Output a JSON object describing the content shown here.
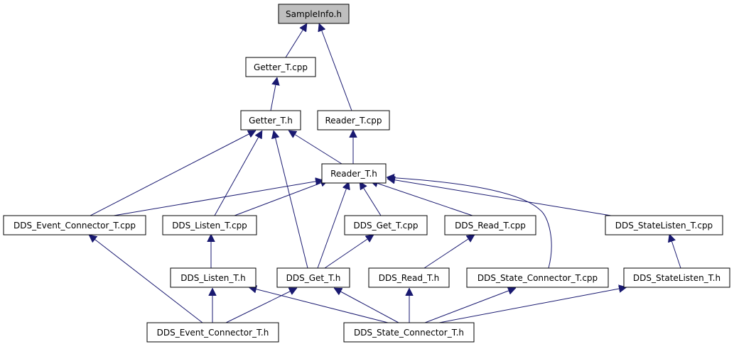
{
  "diagram": {
    "edge_color": "#191970",
    "root_fill": "#bfbfbf",
    "nodes": [
      {
        "id": "sampleinfo_h",
        "label": "SampleInfo.h",
        "root": true
      },
      {
        "id": "getter_t_cpp",
        "label": "Getter_T.cpp"
      },
      {
        "id": "getter_t_h",
        "label": "Getter_T.h"
      },
      {
        "id": "reader_t_cpp",
        "label": "Reader_T.cpp"
      },
      {
        "id": "reader_t_h",
        "label": "Reader_T.h"
      },
      {
        "id": "dds_event_connector_t_cpp",
        "label": "DDS_Event_Connector_T.cpp"
      },
      {
        "id": "dds_listen_t_cpp",
        "label": "DDS_Listen_T.cpp"
      },
      {
        "id": "dds_get_t_cpp",
        "label": "DDS_Get_T.cpp"
      },
      {
        "id": "dds_read_t_cpp",
        "label": "DDS_Read_T.cpp"
      },
      {
        "id": "dds_statelisten_t_cpp",
        "label": "DDS_StateListen_T.cpp"
      },
      {
        "id": "dds_listen_t_h",
        "label": "DDS_Listen_T.h"
      },
      {
        "id": "dds_get_t_h",
        "label": "DDS_Get_T.h"
      },
      {
        "id": "dds_read_t_h",
        "label": "DDS_Read_T.h"
      },
      {
        "id": "dds_state_connector_t_cpp",
        "label": "DDS_State_Connector_T.cpp"
      },
      {
        "id": "dds_statelisten_t_h",
        "label": "DDS_StateListen_T.h"
      },
      {
        "id": "dds_event_connector_t_h",
        "label": "DDS_Event_Connector_T.h"
      },
      {
        "id": "dds_state_connector_t_h",
        "label": "DDS_State_Connector_T.h"
      }
    ],
    "edges": [
      {
        "from": "getter_t_cpp",
        "to": "sampleinfo_h"
      },
      {
        "from": "reader_t_cpp",
        "to": "sampleinfo_h"
      },
      {
        "from": "getter_t_h",
        "to": "getter_t_cpp"
      },
      {
        "from": "reader_t_h",
        "to": "reader_t_cpp"
      },
      {
        "from": "reader_t_h",
        "to": "getter_t_h"
      },
      {
        "from": "dds_event_connector_t_cpp",
        "to": "getter_t_h"
      },
      {
        "from": "dds_listen_t_cpp",
        "to": "getter_t_h"
      },
      {
        "from": "dds_get_t_h",
        "to": "getter_t_h"
      },
      {
        "from": "dds_event_connector_t_cpp",
        "to": "reader_t_h"
      },
      {
        "from": "dds_listen_t_cpp",
        "to": "reader_t_h"
      },
      {
        "from": "dds_get_t_h",
        "to": "reader_t_h"
      },
      {
        "from": "dds_get_t_cpp",
        "to": "reader_t_h"
      },
      {
        "from": "dds_read_t_cpp",
        "to": "reader_t_h"
      },
      {
        "from": "dds_state_connector_t_cpp",
        "to": "reader_t_h"
      },
      {
        "from": "dds_statelisten_t_cpp",
        "to": "reader_t_h"
      },
      {
        "from": "dds_listen_t_h",
        "to": "dds_listen_t_cpp"
      },
      {
        "from": "dds_get_t_h",
        "to": "dds_get_t_cpp"
      },
      {
        "from": "dds_read_t_h",
        "to": "dds_read_t_cpp"
      },
      {
        "from": "dds_statelisten_t_h",
        "to": "dds_statelisten_t_cpp"
      },
      {
        "from": "dds_event_connector_t_h",
        "to": "dds_event_connector_t_cpp"
      },
      {
        "from": "dds_event_connector_t_h",
        "to": "dds_listen_t_h"
      },
      {
        "from": "dds_event_connector_t_h",
        "to": "dds_get_t_h"
      },
      {
        "from": "dds_state_connector_t_h",
        "to": "dds_listen_t_h"
      },
      {
        "from": "dds_state_connector_t_h",
        "to": "dds_get_t_h"
      },
      {
        "from": "dds_state_connector_t_h",
        "to": "dds_read_t_h"
      },
      {
        "from": "dds_state_connector_t_h",
        "to": "dds_state_connector_t_cpp"
      },
      {
        "from": "dds_state_connector_t_h",
        "to": "dds_statelisten_t_h"
      }
    ]
  }
}
